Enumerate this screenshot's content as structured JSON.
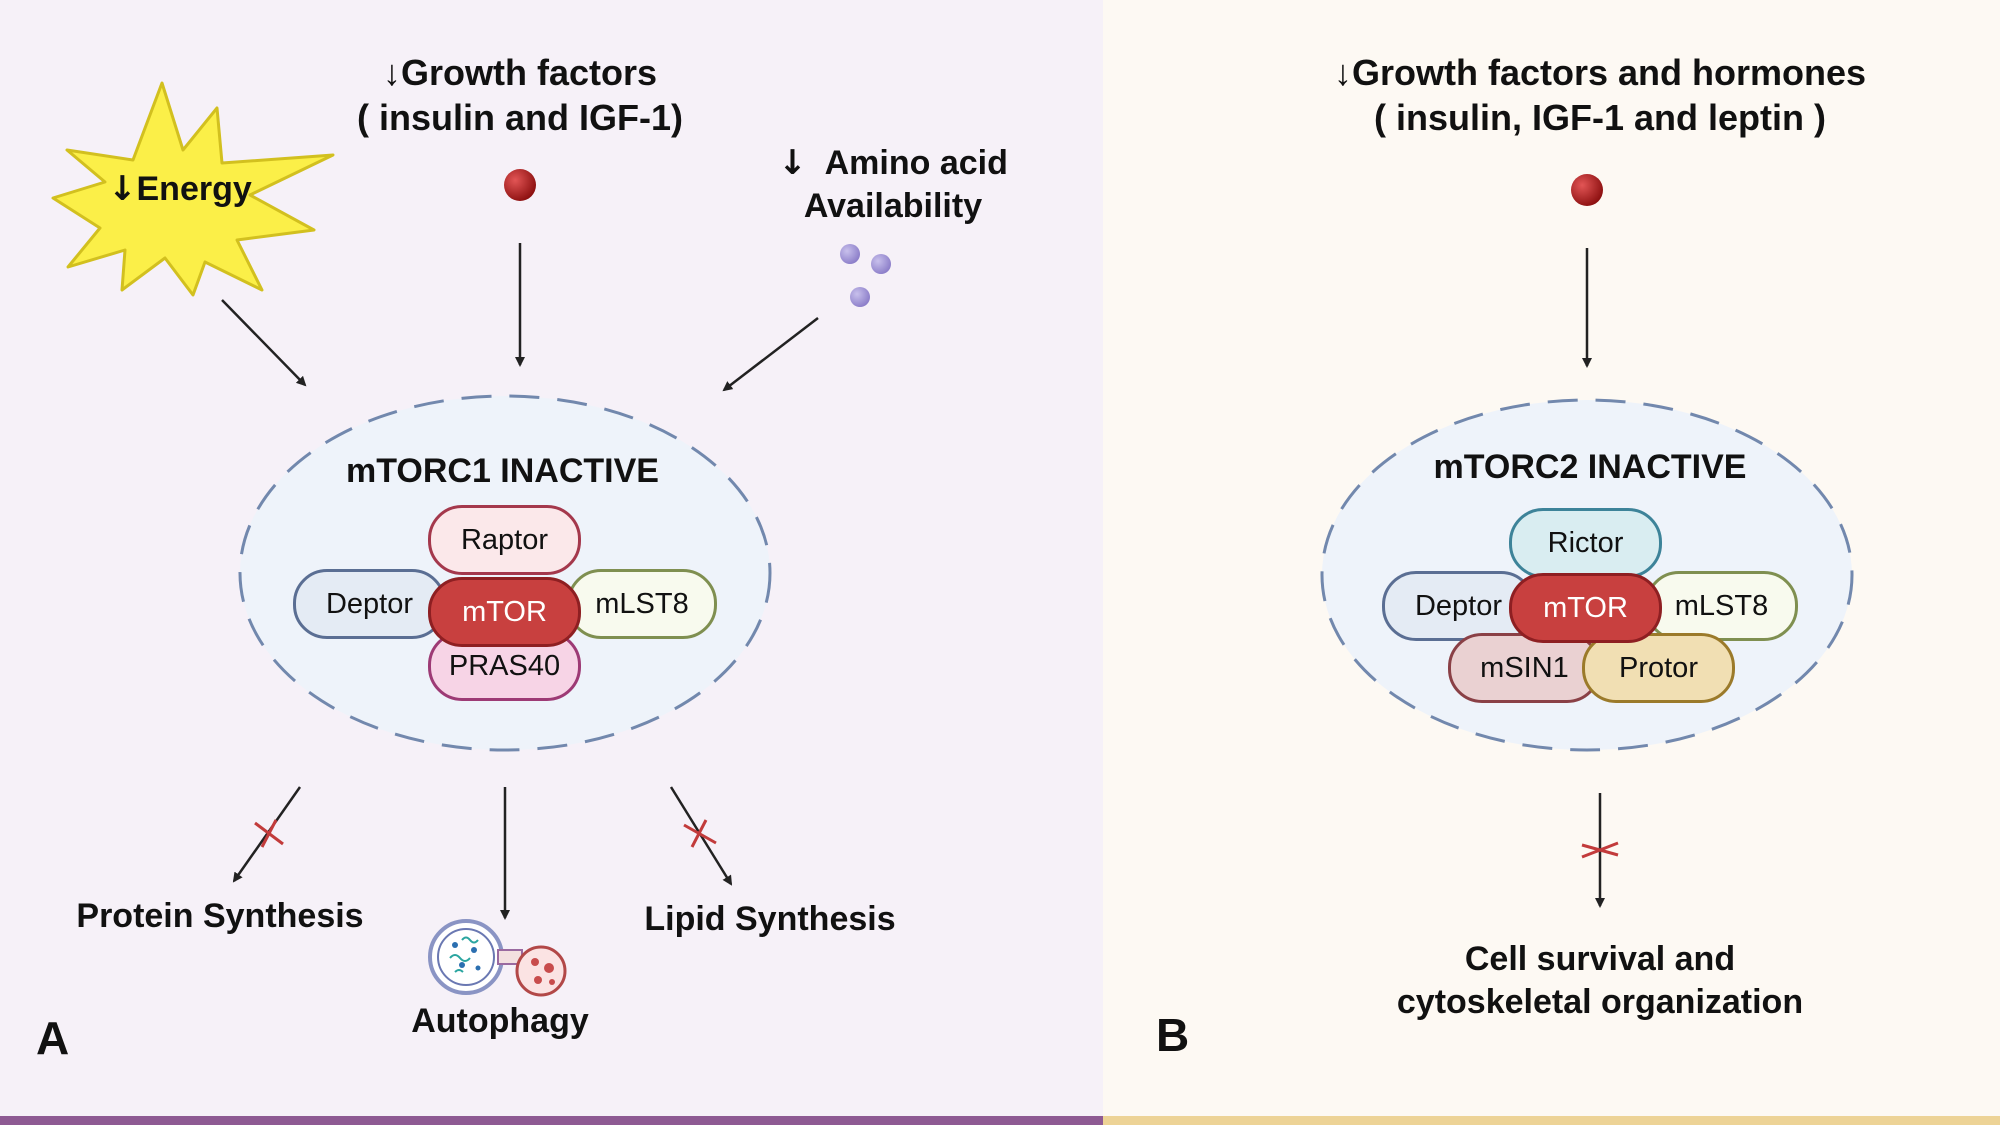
{
  "panel_a": {
    "letter": "A",
    "energy": {
      "arrow": "↓",
      "label": "Energy"
    },
    "growth_factors": {
      "line1": "↓Growth factors",
      "line2": "( insulin and IGF-1)"
    },
    "amino_acid": {
      "arrow": "↓",
      "line1": "Amino acid",
      "line2": "Availability"
    },
    "complex": {
      "title": "mTORC1 INACTIVE",
      "subunits": {
        "raptor": "Raptor",
        "deptor": "Deptor",
        "mtor": "mTOR",
        "mlst8": "mLST8",
        "pras40": "PRAS40"
      }
    },
    "outputs": {
      "protein_synthesis": "Protein Synthesis",
      "autophagy": "Autophagy",
      "lipid_synthesis": "Lipid Synthesis"
    }
  },
  "panel_b": {
    "letter": "B",
    "growth_factors": {
      "line1": "↓Growth factors and hormones",
      "line2": "( insulin, IGF-1 and leptin )"
    },
    "complex": {
      "title": "mTORC2 INACTIVE",
      "subunits": {
        "rictor": "Rictor",
        "deptor": "Deptor",
        "mtor": "mTOR",
        "mlst8": "mLST8",
        "msin1": "mSIN1",
        "protor": "Protor"
      }
    },
    "outputs": {
      "line1": "Cell survival and",
      "line2": "cytoskeletal organization"
    }
  },
  "colors": {
    "panel_a_bg": "#f6f1f8",
    "panel_b_bg": "#fdf9f3",
    "panel_a_bar": "#8e5a93",
    "panel_b_bar": "#edd396",
    "mtor": "#c8403f",
    "inhibit_mark": "#c23b3b",
    "ligand": "#a61b1b"
  }
}
